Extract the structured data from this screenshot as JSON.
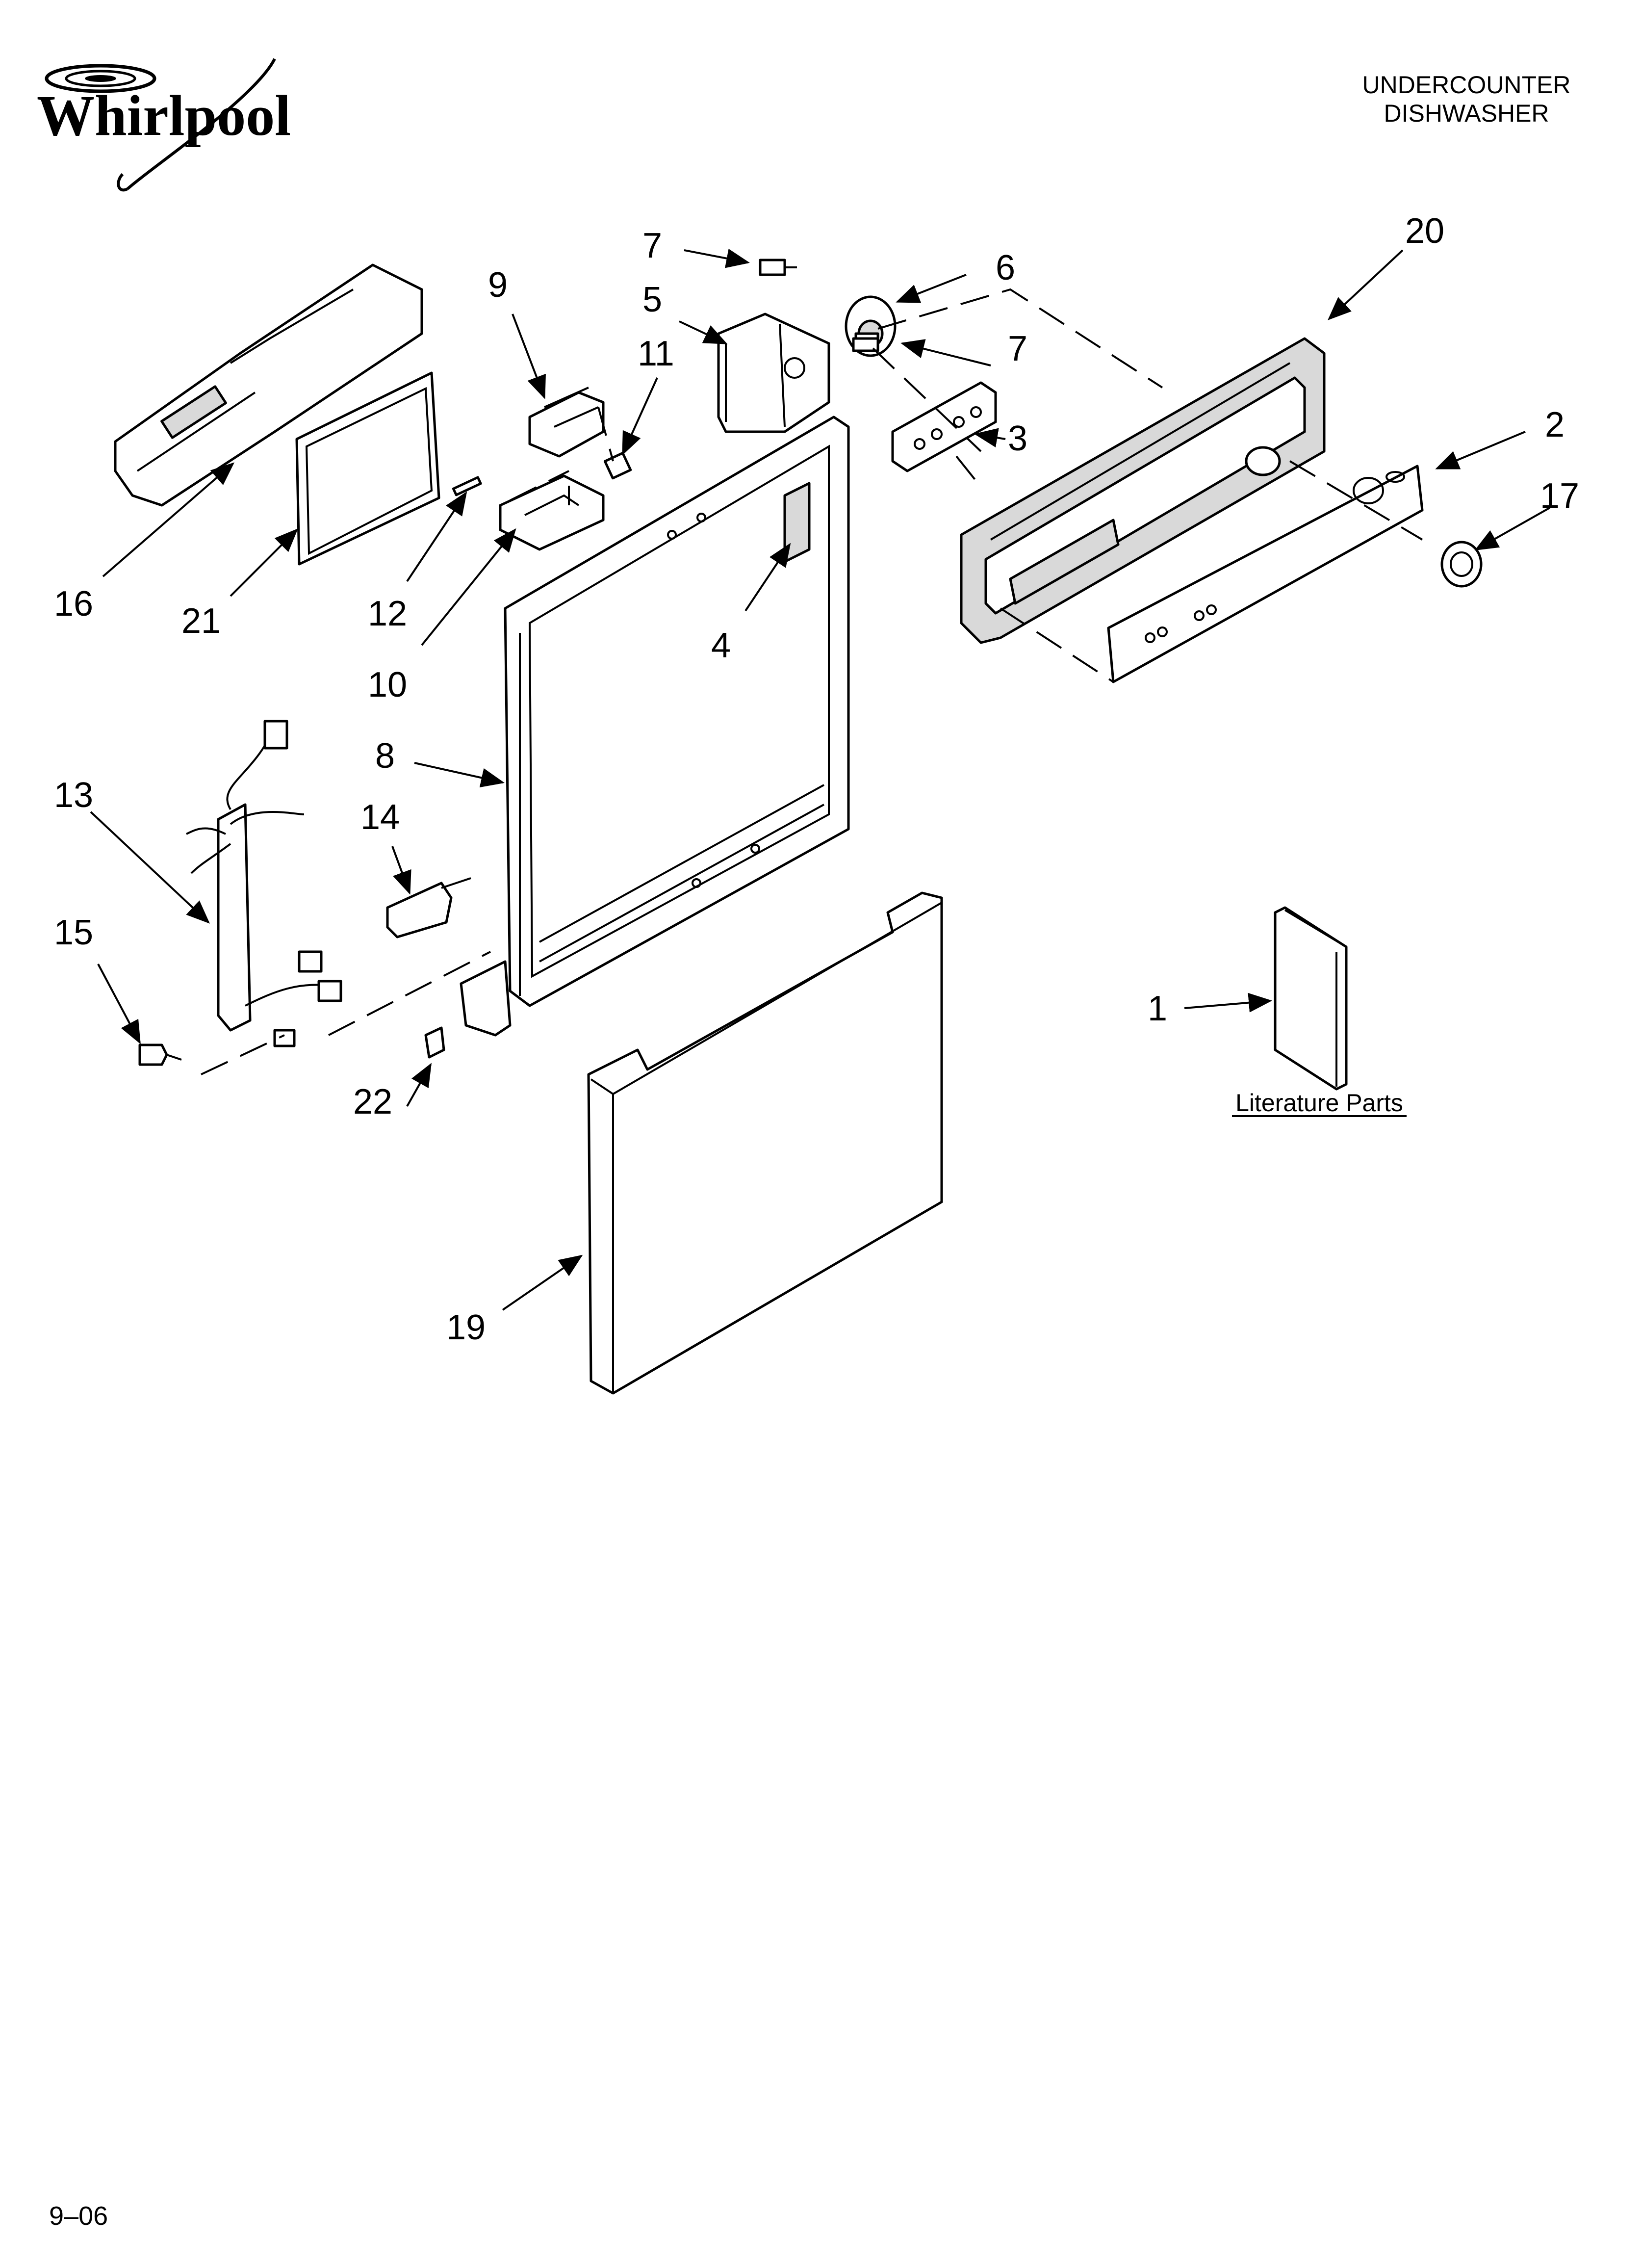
{
  "brand": {
    "name": "Whirlpool"
  },
  "header": {
    "line1": "UNDERCOUNTER",
    "line2": "DISHWASHER"
  },
  "footer": {
    "code": "9–06"
  },
  "literature": {
    "label": "Literature Parts"
  },
  "callouts": {
    "c1": "1",
    "c2": "2",
    "c3": "3",
    "c4": "4",
    "c5": "5",
    "c6": "6",
    "c7a": "7",
    "c7b": "7",
    "c8": "8",
    "c9": "9",
    "c10": "10",
    "c11": "11",
    "c12": "12",
    "c13": "13",
    "c14": "14",
    "c15": "15",
    "c16": "16",
    "c17": "17",
    "c19": "19",
    "c20": "20",
    "c21": "21",
    "c22": "22"
  },
  "colors": {
    "ink": "#000000",
    "paper": "#ffffff",
    "panel_shade": "#d9d9d9"
  }
}
